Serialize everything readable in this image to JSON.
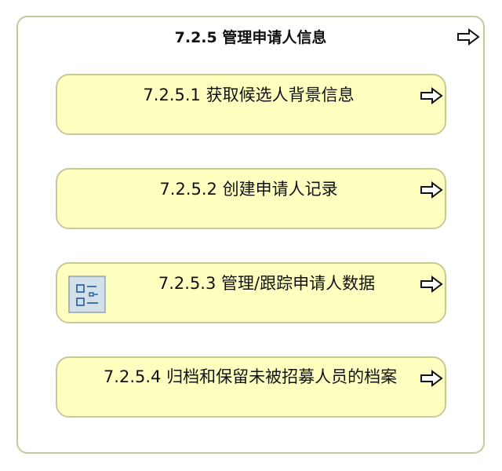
{
  "outer": {
    "title": "7.2.5 管理申请人信息",
    "icon": "arrow-right-outline-icon"
  },
  "boxes": [
    {
      "label": "7.2.5.1 获取候选人背景信息",
      "icon": "arrow-right-outline-icon"
    },
    {
      "label": "7.2.5.2 创建申请人记录",
      "icon": "arrow-right-outline-icon"
    },
    {
      "label": "7.2.5.3 管理/跟踪申请人数据",
      "icon": "arrow-right-outline-icon",
      "badge_icon": "process-list-icon"
    },
    {
      "label": "7.2.5.4 归档和保留未被招募人员的档案",
      "icon": "arrow-right-outline-icon"
    }
  ],
  "colors": {
    "box_fill": "#ffffc0",
    "box_border": "#c8c896",
    "outer_border": "#c8c8a0"
  }
}
